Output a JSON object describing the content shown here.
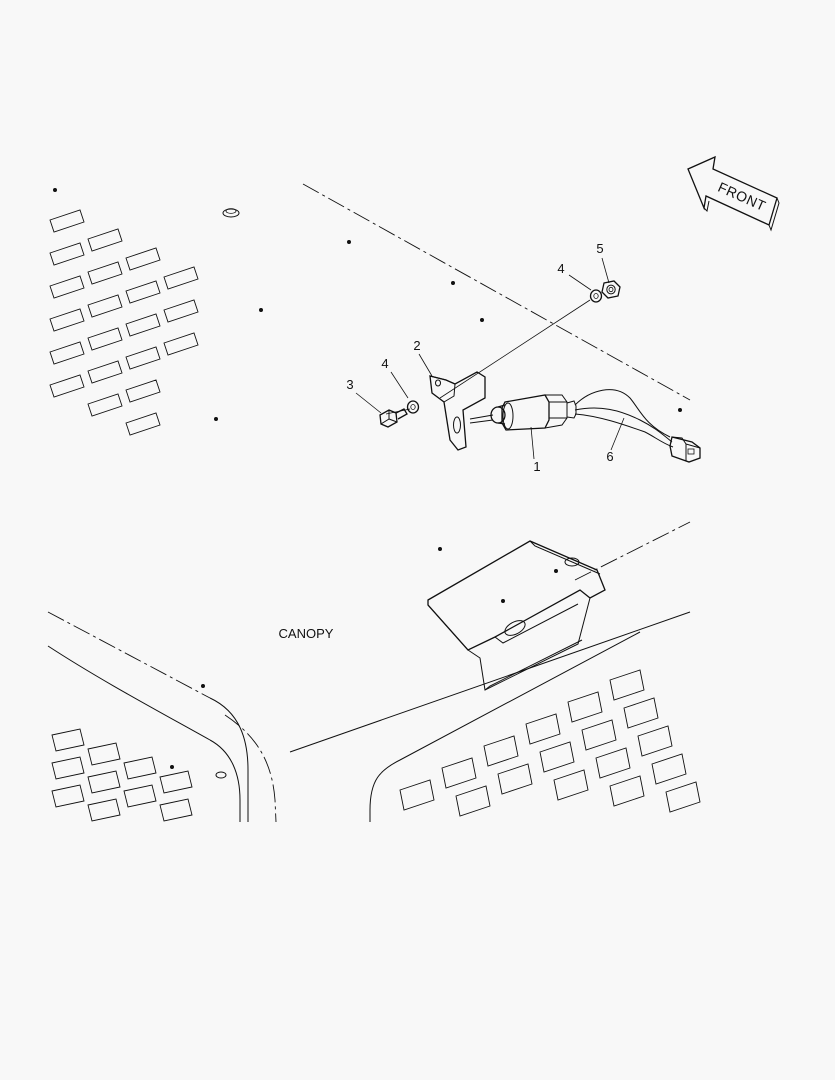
{
  "orientation": {
    "label": "FRONT",
    "icon": "front-arrow-icon"
  },
  "assembly": {
    "name": "CANOPY"
  },
  "callouts": [
    {
      "id": "callout-1",
      "number": "1"
    },
    {
      "id": "callout-2",
      "number": "2"
    },
    {
      "id": "callout-3",
      "number": "3"
    },
    {
      "id": "callout-4a",
      "number": "4"
    },
    {
      "id": "callout-4b",
      "number": "4"
    },
    {
      "id": "callout-5",
      "number": "5"
    },
    {
      "id": "callout-6",
      "number": "6"
    }
  ],
  "parts": [
    {
      "callout": "1",
      "icon": "pressure-switch-icon"
    },
    {
      "callout": "2",
      "icon": "bracket-icon"
    },
    {
      "callout": "3",
      "icon": "bolt-icon"
    },
    {
      "callout": "4",
      "icon": "washer-icon"
    },
    {
      "callout": "5",
      "icon": "nut-icon"
    },
    {
      "callout": "6",
      "icon": "wire-harness-icon"
    }
  ]
}
